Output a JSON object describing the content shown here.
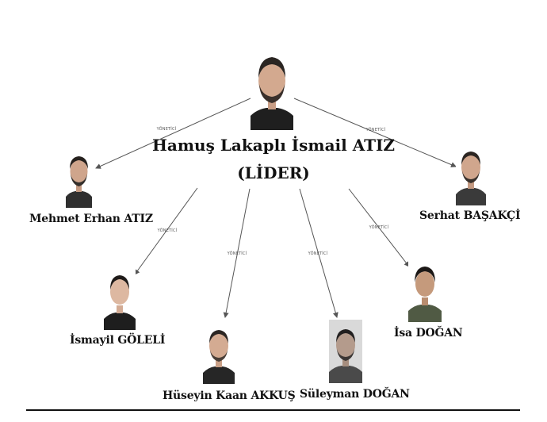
{
  "leader": {
    "name_line1": "Hamuş Lakaplı İsmail ATIZ",
    "name_line2": "(LİDER)"
  },
  "role_label": "YÖNETİCİ",
  "members": [
    {
      "id": "mehmet",
      "name": "Mehmet Erhan ATIZ",
      "shirt": "#2f2f2f"
    },
    {
      "id": "serhat",
      "name": "Serhat BAŞAKÇİ",
      "shirt": "#3a3a3a"
    },
    {
      "id": "ismayil",
      "name": "İsmayil GÖLELİ",
      "shirt": "#1e1e1e"
    },
    {
      "id": "huseyin",
      "name": "Hüseyin Kaan AKKUŞ",
      "shirt": "#262626"
    },
    {
      "id": "suleyman",
      "name": "Süleyman DOĞAN",
      "shirt": "#4a4a4a"
    },
    {
      "id": "isa",
      "name": "İsa DOĞAN",
      "shirt": "#505a44"
    }
  ],
  "colors": {
    "line": "#555555",
    "text": "#111111",
    "rule": "#111111"
  }
}
